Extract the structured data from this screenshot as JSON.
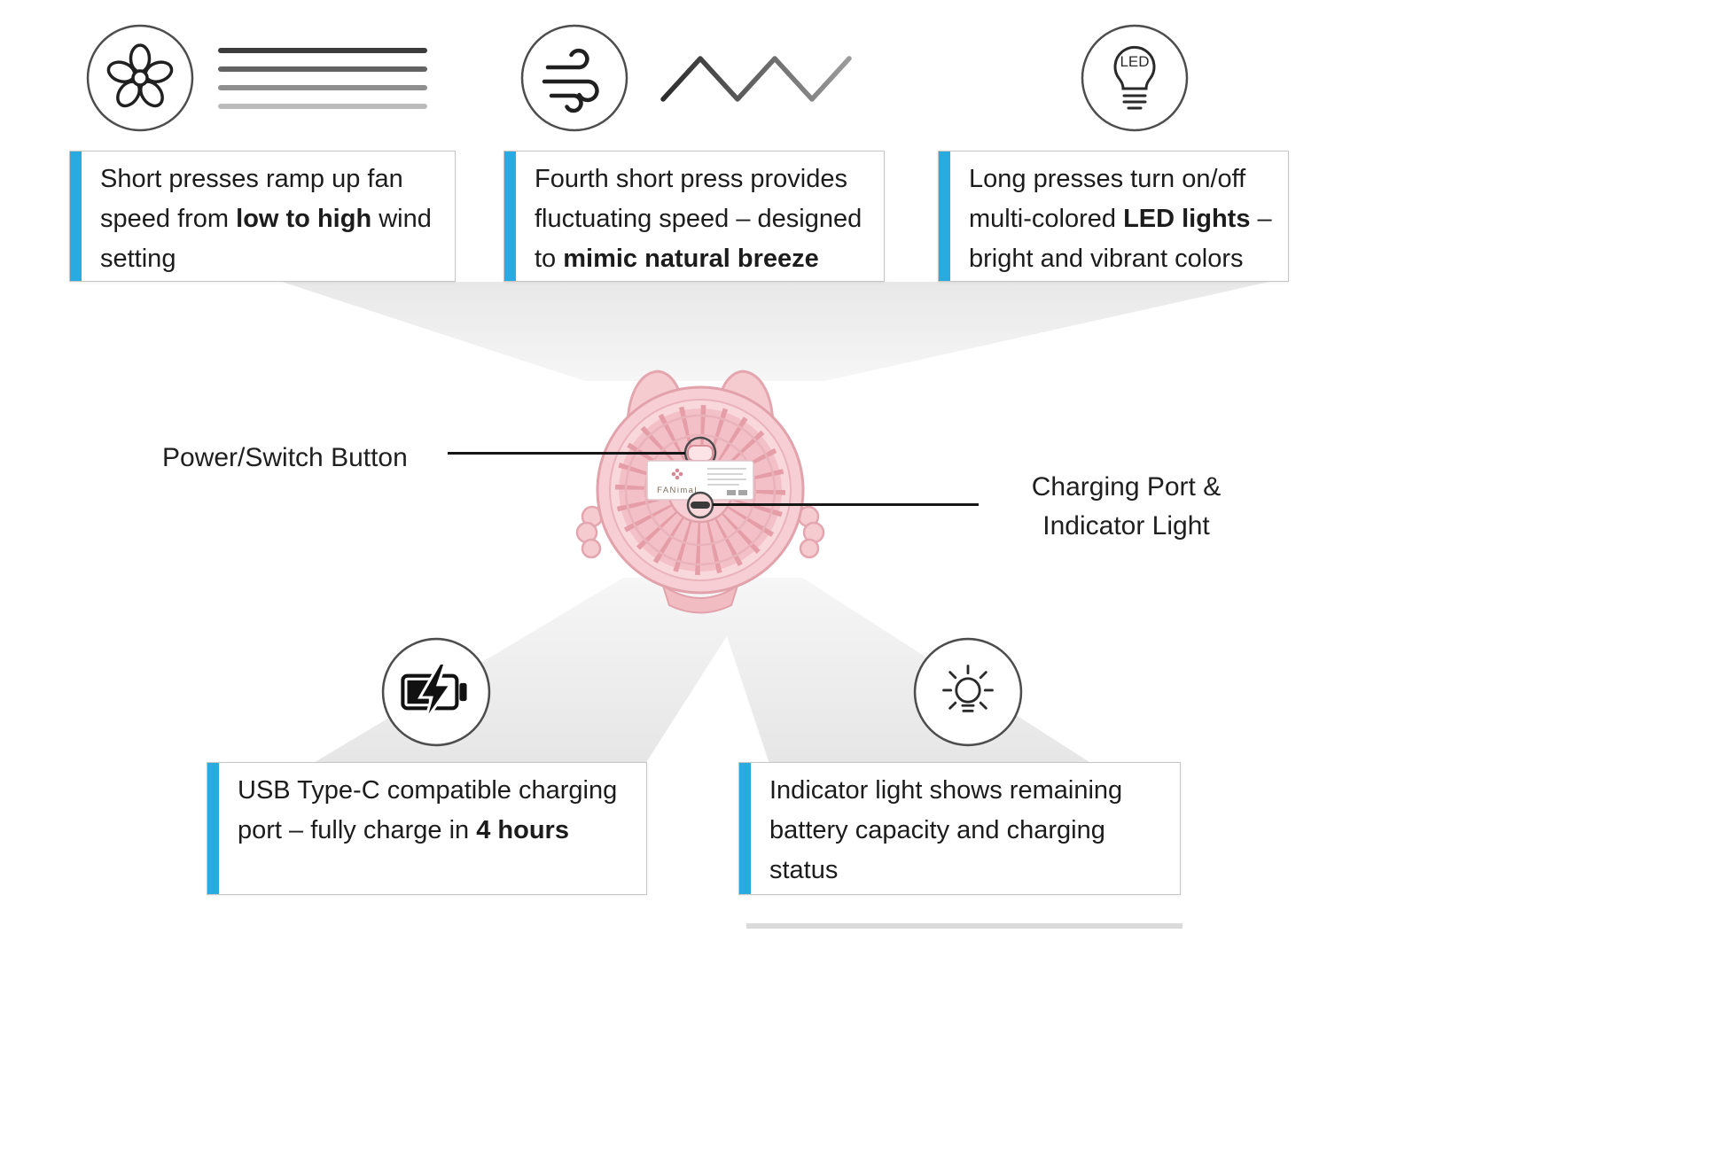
{
  "colors": {
    "accent": "#29ABE2"
  },
  "features": {
    "fan_speed": {
      "pre": "Short presses ramp up fan speed from ",
      "bold": "low to high",
      "post": " wind setting"
    },
    "natural_breeze": {
      "pre": "Fourth short press provides fluctuating speed – designed to ",
      "bold": "mimic natural breeze",
      "post": ""
    },
    "led_lights": {
      "pre": "Long presses turn on/off multi-colored ",
      "bold": "LED lights",
      "post": " – bright and vibrant colors"
    },
    "charging": {
      "pre": "USB Type-C compatible charging port – fully charge in ",
      "bold": "4 hours",
      "post": ""
    },
    "indicator": {
      "pre": "Indicator light shows remaining battery capacity and charging status",
      "bold": "",
      "post": ""
    }
  },
  "callouts": {
    "power_switch": "Power/Switch Button",
    "charging_port": {
      "line1": "Charging Port &",
      "line2": "Indicator Light"
    }
  },
  "product": {
    "brand": "FANimal"
  },
  "icons": {
    "led_label": "LED"
  }
}
